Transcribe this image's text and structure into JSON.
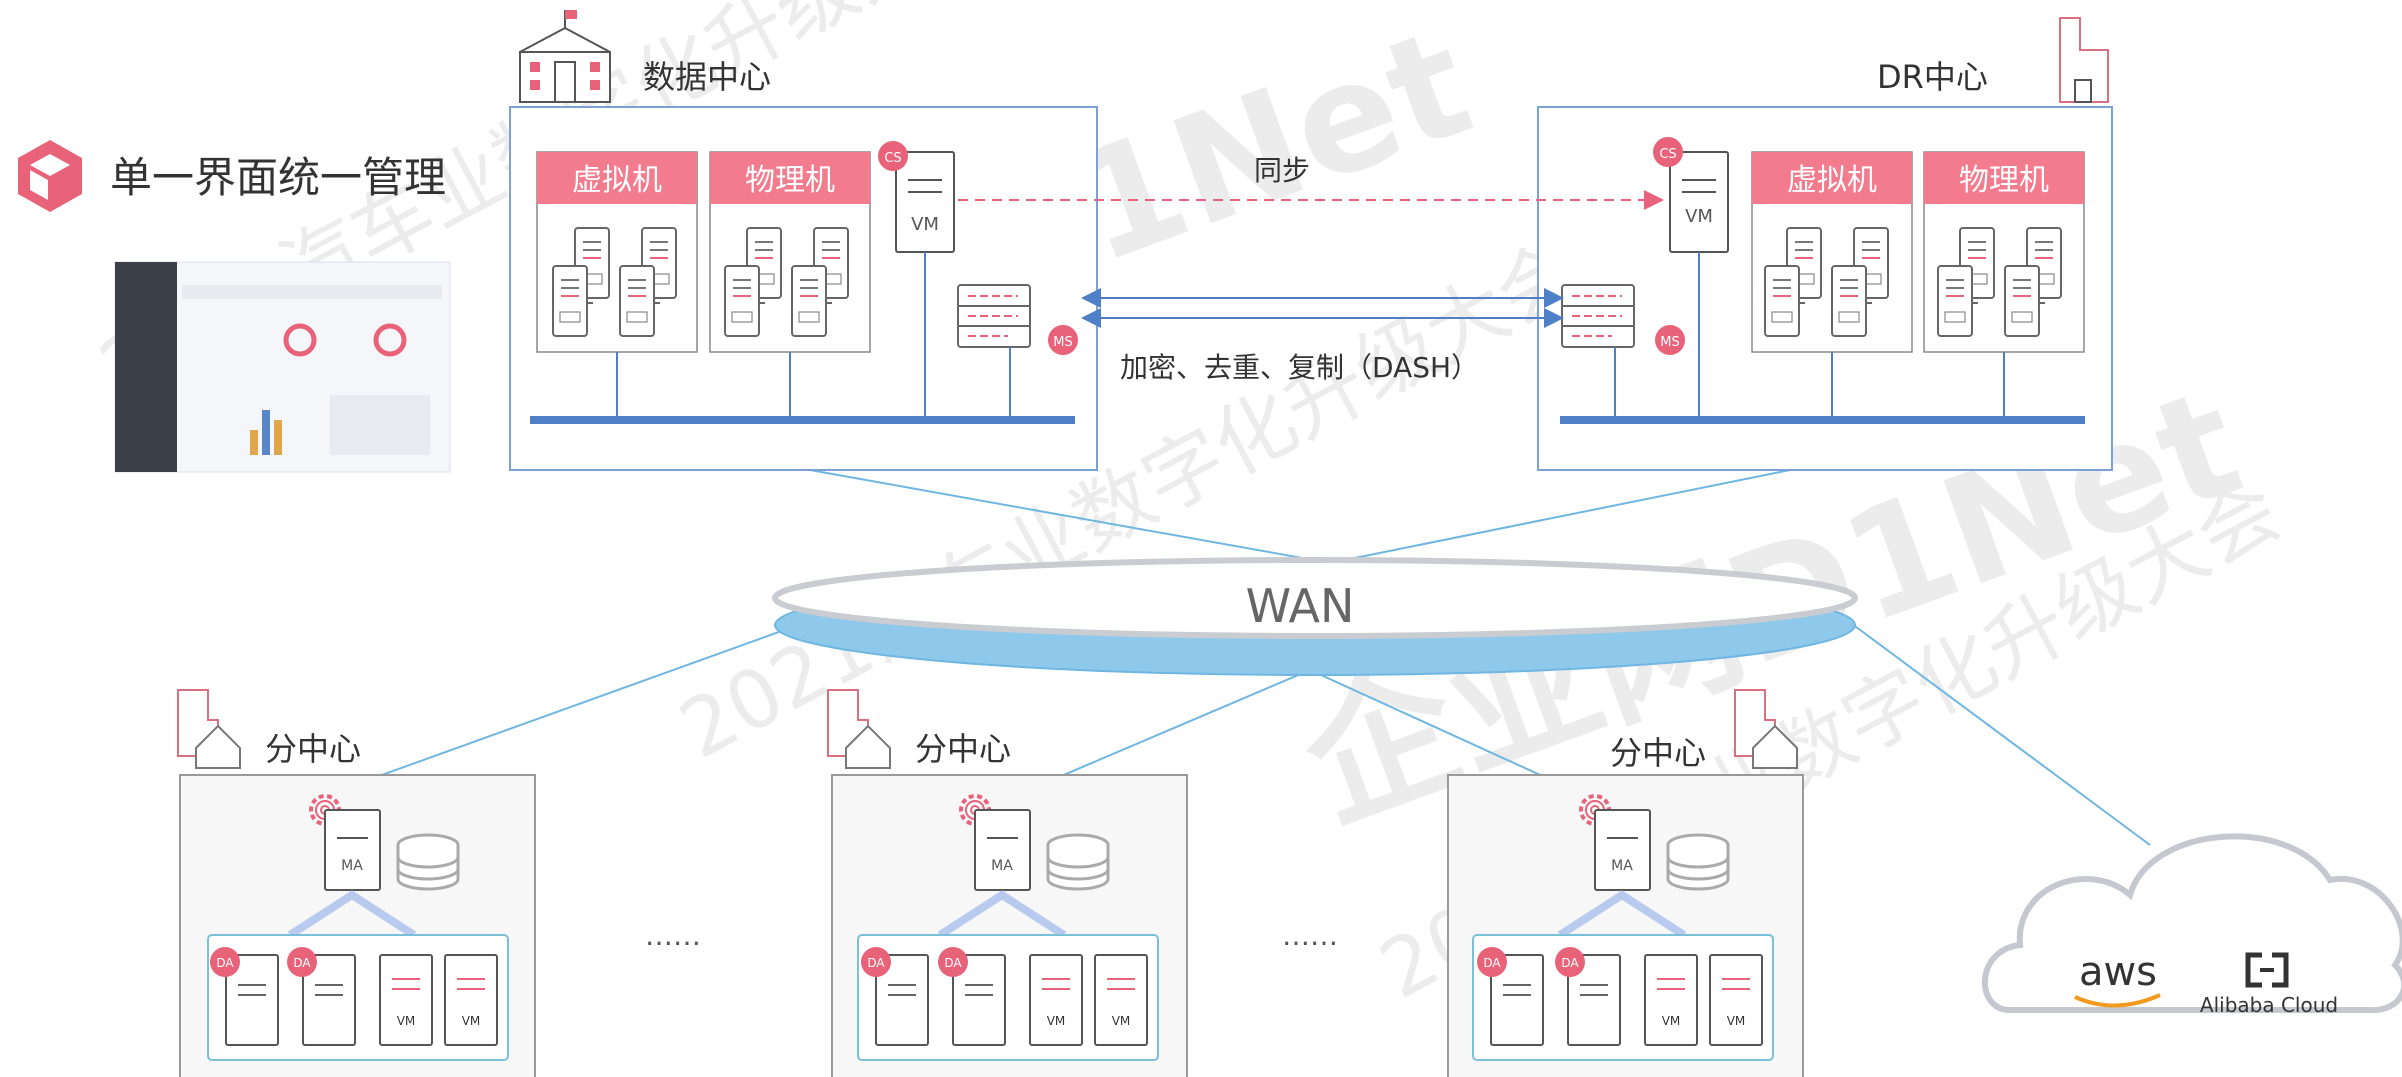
{
  "headline": {
    "text": "单一界面统一管理"
  },
  "datacenter": {
    "title": "数据中心",
    "vm_label": "VM"
  },
  "dr": {
    "title": "DR中心",
    "vm_label": "VM"
  },
  "groups": {
    "virtual": "虚拟机",
    "physical": "物理机"
  },
  "links": {
    "sync": "同步",
    "encrypt": "加密、去重、复制（DASH）"
  },
  "wan": {
    "label": "WAN"
  },
  "branches": {
    "items": [
      {
        "title": "分中心"
      },
      {
        "title": "分中心"
      },
      {
        "title": "分中心"
      }
    ],
    "ellipsis": "……",
    "ma_label": "MA",
    "vm_label": "VM"
  },
  "cloud": {
    "aws": "aws",
    "alibaba": "Alibaba Cloud"
  },
  "badges": {
    "cs": "CS",
    "ms": "MS",
    "da": "DA",
    "mini_vm": "VM"
  },
  "watermark": {
    "text": "2021汽车业数字化升级大会",
    "logo": "企业网D1Net"
  },
  "colors": {
    "accent_pink": "#e8637a",
    "header_pink": "#f27b8e",
    "box_blue": "#7ba2d6",
    "bus_blue": "#4f7fc7",
    "wan_blue": "#8ec9ec",
    "line_blue": "#6fb6e0",
    "gray": "#888888"
  }
}
